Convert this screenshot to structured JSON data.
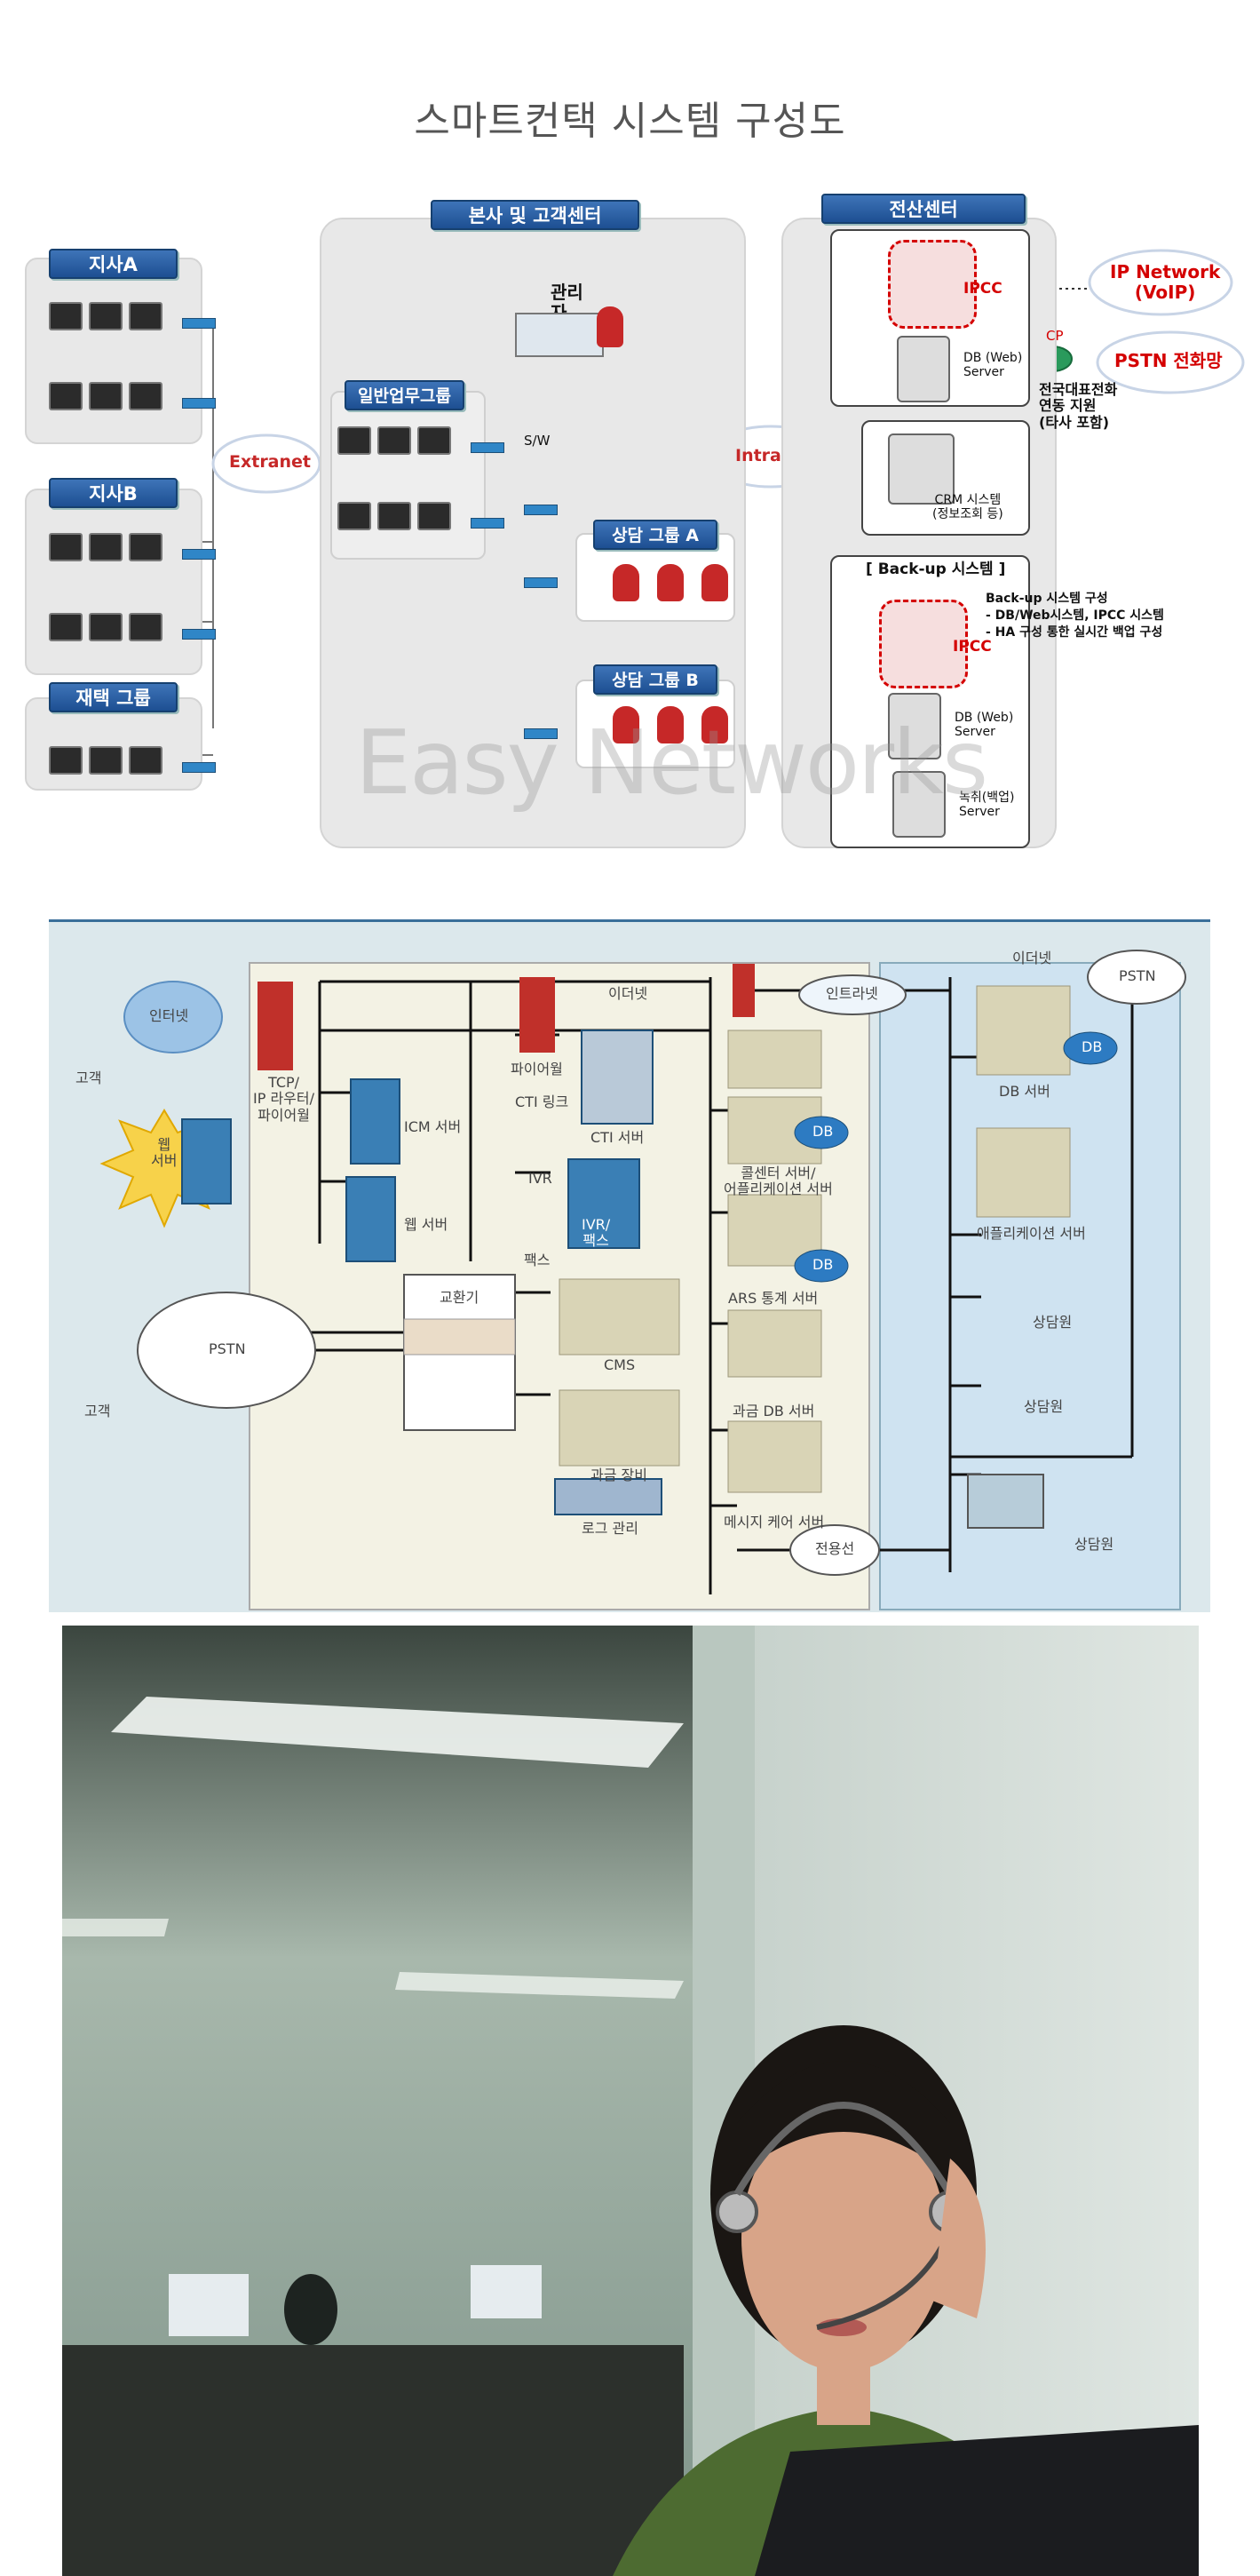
{
  "title": "스마트컨택 시스템 구성도",
  "diagram1": {
    "branches": [
      {
        "label": "지사A"
      },
      {
        "label": "지사B"
      },
      {
        "label": "재택 그룹"
      }
    ],
    "hq": {
      "title": "본사 및 고객센터",
      "admin": "관리자",
      "general": "일반업무그룹",
      "sw": "S/W",
      "groups": [
        "상담 그룹 A",
        "상담 그룹 B"
      ]
    },
    "extranet": "Extranet",
    "intranet": "Intranet",
    "dc": {
      "title": "전산센터",
      "ipcc": "IPCC",
      "db_server": "DB (Web)\nServer",
      "cp": "CP",
      "nationwide": "전국대표전화\n연동 지원\n(타사 포함)",
      "crm": "CRM 시스템\n(정보조회 등)",
      "backup_title": "[ Back-up 시스템 ]",
      "backup_desc": "Back-up 시스템 구성\n- DB/Web시스템, IPCC 시스템\n- HA 구성 통한 실시간 백업 구성",
      "backup_ipcc": "IPCC",
      "backup_db": "DB (Web)\nServer",
      "recording": "녹취(백업)\nServer"
    },
    "ip_network": "IP Network\n(VoIP)",
    "pstn_network": "PSTN 전화망",
    "watermark": "Easy Networks",
    "colors": {
      "title_bar": "#1d4f92",
      "panel": "#e8e8e8",
      "ipcc_red": "#d40000",
      "network_blue": "#1d4fb1"
    }
  },
  "diagram2": {
    "customer_top": "고객",
    "internet": "인터넷",
    "web_server": "웹\n서버",
    "tcp_router": "TCP/\nIP 라우터/\n파이어월",
    "icm_server": "ICM 서버",
    "web_server2": "웹 서버",
    "firewall": "파이어월",
    "ethernet": "이더넷",
    "cti_link": "CTI 링크",
    "cti_server": "CTI 서버",
    "ivr": "IVR",
    "ivr_fax": "IVR/\n팩스",
    "fax": "팩스",
    "intranet": "인트라넷",
    "pstn_left": "PSTN",
    "customer_bottom": "고객",
    "exchange": "교환기",
    "cms": "CMS",
    "billing_equipment": "과금 장비",
    "log_management": "로그 관리",
    "callcenter_server": "콜센터 서버/\n어플리케이션 서버",
    "ars_server": "ARS 통계 서버",
    "billing_db": "과금 DB 서버",
    "message_server": "메시지 케어 서버",
    "leased_line": "전용선",
    "ethernet_right": "이더넷",
    "pstn_right": "PSTN",
    "db_server": "DB 서버",
    "app_server": "애플리케이션 서버",
    "agents": [
      "상담원",
      "상담원",
      "상담원"
    ],
    "db_labels": [
      "DB",
      "DB",
      "DB"
    ],
    "colors": {
      "bg": "#dce8ec",
      "inner": "#f3f2e4",
      "right": "#cfe3f1"
    }
  },
  "photo": {
    "subject": "headset-operator"
  }
}
